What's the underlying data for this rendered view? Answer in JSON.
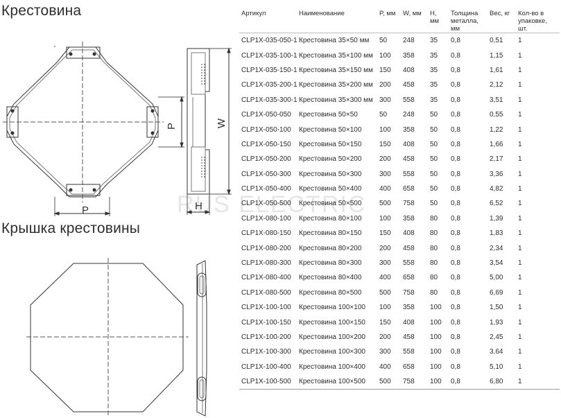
{
  "headings": {
    "crosspiece": "Крестовина",
    "cover": "Крышка крестовины"
  },
  "dimension_labels": {
    "P_top": "P",
    "P_bottom": "P",
    "W": "W",
    "H": "H"
  },
  "watermark": "RUS ELECTRIC",
  "table": {
    "headers": [
      "Артикул",
      "Наименование",
      "P, мм",
      "W, мм",
      "H, мм",
      "Толщина металла, мм",
      "Вес, кг",
      "Кол-во в упаковке, шт."
    ],
    "rows": [
      [
        "CLP1X-035-050-1",
        "Крестовина 35×50 мм",
        "50",
        "248",
        "35",
        "0,8",
        "0,51",
        "1"
      ],
      [
        "CLP1X-035-100-1",
        "Крестовина 35×100 мм",
        "100",
        "358",
        "35",
        "0,8",
        "1,15",
        "1"
      ],
      [
        "CLP1X-035-150-1",
        "Крестовина 35×150 мм",
        "150",
        "408",
        "35",
        "0,8",
        "1,61",
        "1"
      ],
      [
        "CLP1X-035-200-1",
        "Крестовина 35×200 мм",
        "200",
        "458",
        "35",
        "0,8",
        "2,12",
        "1"
      ],
      [
        "CLP1X-035-300-1",
        "Крестовина 35×300 мм",
        "300",
        "558",
        "35",
        "0,8",
        "3,51",
        "1"
      ],
      [
        "CLP1X-050-050",
        "Крестовина 50×50",
        "50",
        "248",
        "50",
        "0,8",
        "0,55",
        "1"
      ],
      [
        "CLP1X-050-100",
        "Крестовина 50×100",
        "100",
        "358",
        "50",
        "0,8",
        "1,22",
        "1"
      ],
      [
        "CLP1X-050-150",
        "Крестовина 50×150",
        "150",
        "408",
        "50",
        "0,8",
        "1,66",
        "1"
      ],
      [
        "CLP1X-050-200",
        "Крестовина 50×200",
        "200",
        "458",
        "50",
        "0,8",
        "2,17",
        "1"
      ],
      [
        "CLP1X-050-300",
        "Крестовина 50×300",
        "300",
        "558",
        "50",
        "0,8",
        "3,36",
        "1"
      ],
      [
        "CLP1X-050-400",
        "Крестовина 50×400",
        "400",
        "658",
        "50",
        "0,8",
        "4,82",
        "1"
      ],
      [
        "CLP1X-050-500",
        "Крестовина 50×500",
        "500",
        "758",
        "50",
        "0,8",
        "6,52",
        "1"
      ],
      [
        "CLP1X-080-100",
        "Крестовина 80×100",
        "100",
        "358",
        "80",
        "0,8",
        "1,39",
        "1"
      ],
      [
        "CLP1X-080-150",
        "Крестовина 80×150",
        "150",
        "408",
        "80",
        "0,8",
        "1,83",
        "1"
      ],
      [
        "CLP1X-080-200",
        "Крестовина 80×200",
        "200",
        "458",
        "80",
        "0,8",
        "2,34",
        "1"
      ],
      [
        "CLP1X-080-300",
        "Крестовина 80×300",
        "300",
        "558",
        "80",
        "0,8",
        "3,54",
        "1"
      ],
      [
        "CLP1X-080-400",
        "Крестовина 80×400",
        "400",
        "658",
        "80",
        "0,8",
        "5,00",
        "1"
      ],
      [
        "CLP1X-080-500",
        "Крестовина 80×500",
        "500",
        "758",
        "80",
        "0,8",
        "6,69",
        "1"
      ],
      [
        "CLP1X-100-100",
        "Крестовина 100×100",
        "100",
        "358",
        "100",
        "0,8",
        "1,50",
        "1"
      ],
      [
        "CLP1X-100-150",
        "Крестовина 100×150",
        "150",
        "408",
        "100",
        "0,8",
        "1,93",
        "1"
      ],
      [
        "CLP1X-100-200",
        "Крестовина 100×200",
        "200",
        "458",
        "100",
        "0,8",
        "2,45",
        "1"
      ],
      [
        "CLP1X-100-300",
        "Крестовина 100×300",
        "300",
        "558",
        "100",
        "0,8",
        "3,64",
        "1"
      ],
      [
        "CLP1X-100-400",
        "Крестовина 100×400",
        "400",
        "658",
        "100",
        "0,8",
        "5,10",
        "1"
      ],
      [
        "CLP1X-100-500",
        "Крестовина 100×500",
        "500",
        "758",
        "100",
        "0,8",
        "6,80",
        "1"
      ]
    ]
  }
}
